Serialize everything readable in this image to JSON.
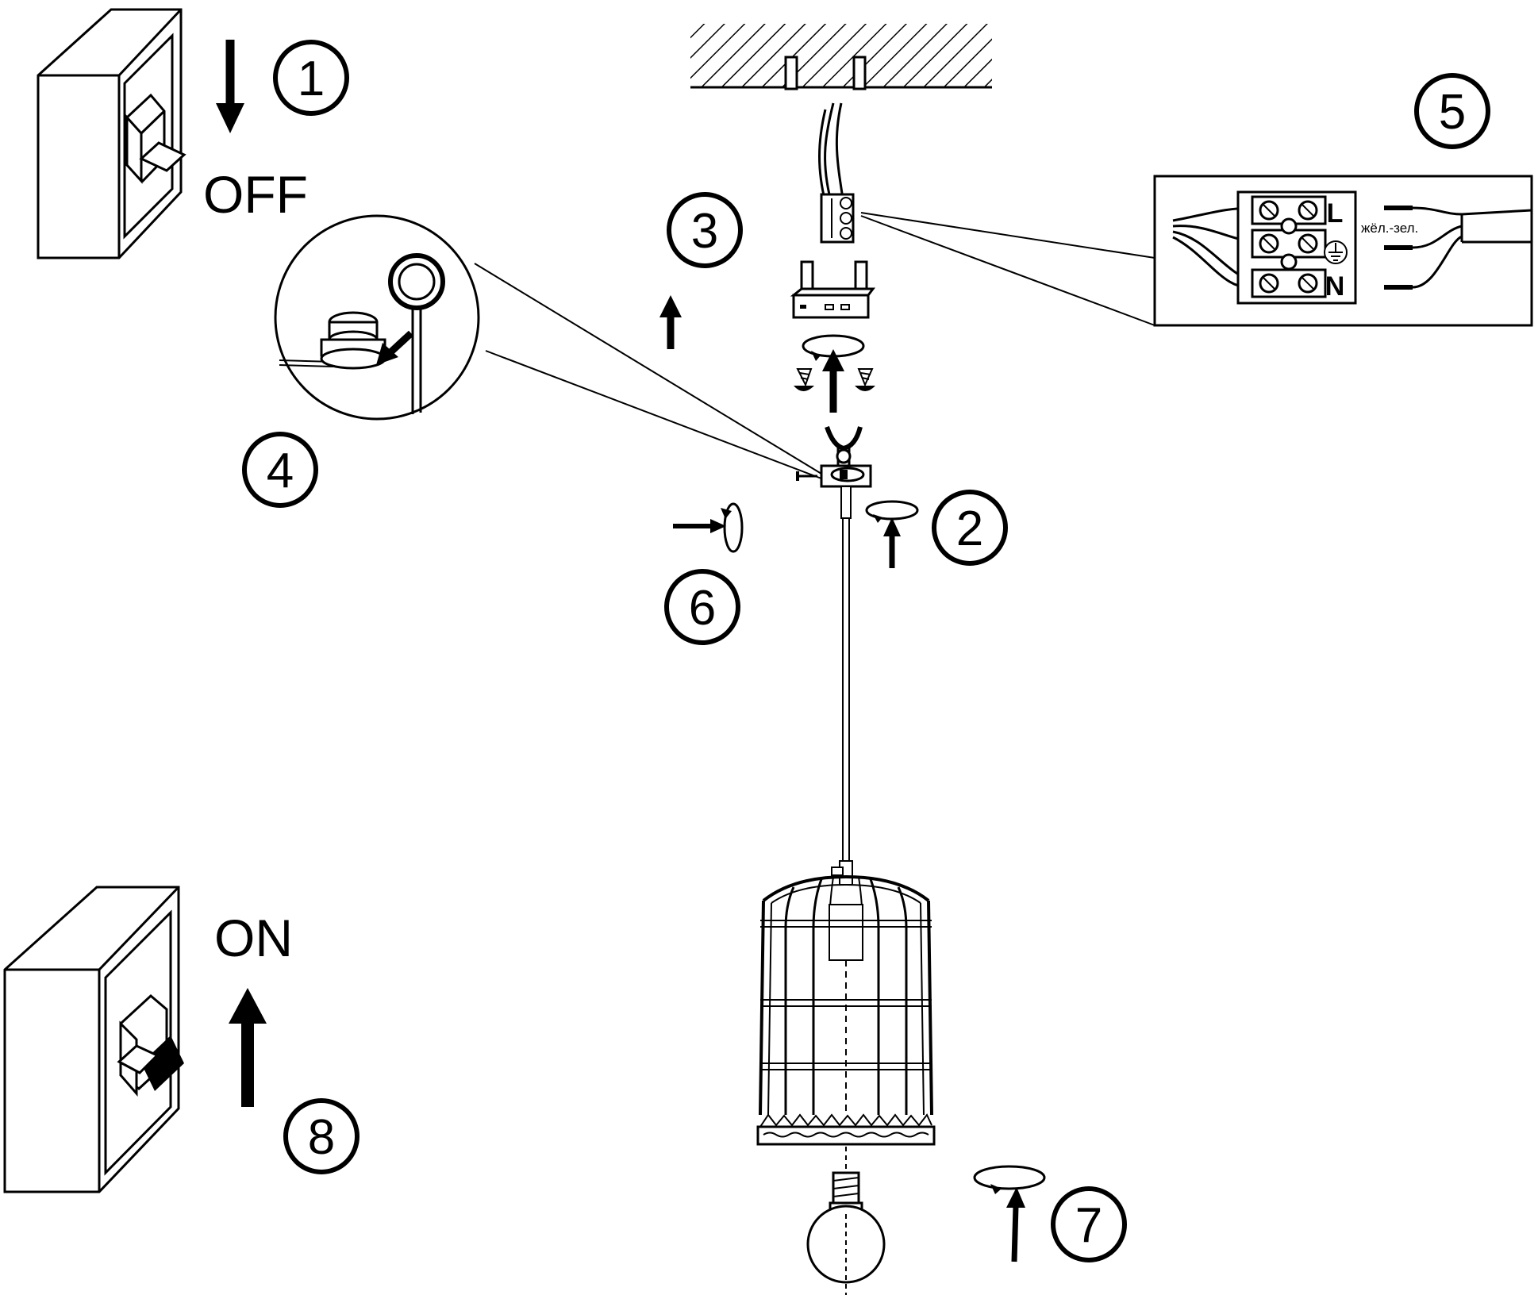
{
  "steps": {
    "s1": "1",
    "s2": "2",
    "s3": "3",
    "s4": "4",
    "s5": "5",
    "s6": "6",
    "s7": "7",
    "s8": "8"
  },
  "switch_off_label": "OFF",
  "switch_on_label": "ON",
  "terminal": {
    "live_letter": "L",
    "neutral_letter": "N",
    "earth_wire_label": "жёл.-зел."
  },
  "colors": {
    "ink": "#000000",
    "background": "#ffffff"
  }
}
